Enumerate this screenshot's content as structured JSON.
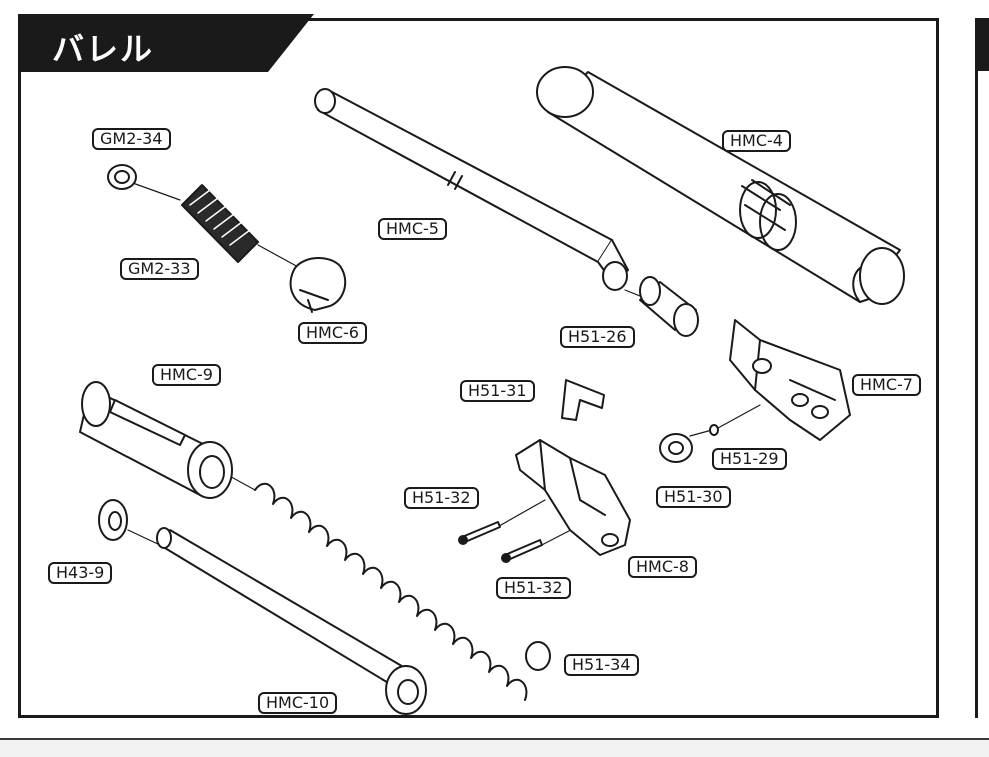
{
  "title": "バレル",
  "parts": {
    "gm2_34": "GM2-34",
    "gm2_33": "GM2-33",
    "hmc_6": "HMC-6",
    "hmc_5": "HMC-5",
    "hmc_4": "HMC-4",
    "h51_26": "H51-26",
    "hmc_7": "HMC-7",
    "hmc_9": "HMC-9",
    "h51_31": "H51-31",
    "h51_29": "H51-29",
    "h51_30": "H51-30",
    "h51_32_a": "H51-32",
    "h51_32_b": "H51-32",
    "hmc_8": "HMC-8",
    "h43_9": "H43-9",
    "h51_34": "H51-34",
    "hmc_10": "HMC-10"
  }
}
